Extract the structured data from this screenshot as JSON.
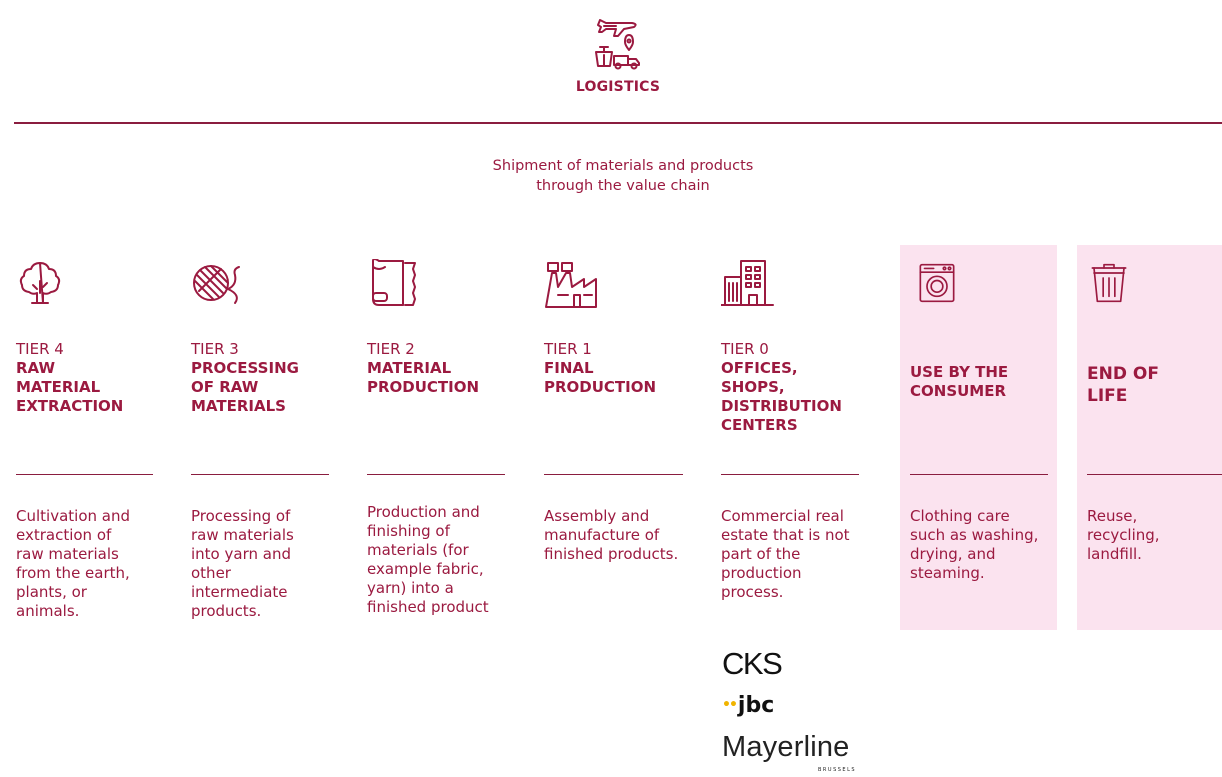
{
  "header": {
    "title": "LOGISTICS",
    "subtitle_line1": "Shipment of materials and products",
    "subtitle_line2": "through the value chain",
    "icon": "logistics-transport-icon"
  },
  "columns": [
    {
      "tier": "TIER 4",
      "name": "RAW MATERIAL EXTRACTION",
      "icon": "tree-icon",
      "highlight": false,
      "description": "Cultivation and extraction of raw materials from the earth, plants, or animals."
    },
    {
      "tier": "TIER 3",
      "name": "PROCESSING OF RAW MATERIALS",
      "icon": "yarn-ball-icon",
      "highlight": false,
      "description": "Processing of raw materials into yarn and other intermediate products."
    },
    {
      "tier": "TIER 2",
      "name": "MATERIAL PRODUCTION",
      "icon": "fabric-roll-icon",
      "highlight": false,
      "description": "Production and finishing of materials (for example fabric, yarn) into a finished product"
    },
    {
      "tier": "TIER 1",
      "name": "FINAL PRODUCTION",
      "icon": "factory-icon",
      "highlight": false,
      "description": "Assembly and manufacture of finished products."
    },
    {
      "tier": "TIER 0",
      "name": "OFFICES, SHOPS, DISTRIBUTION CENTERS",
      "icon": "office-building-icon",
      "highlight": false,
      "description": "Commercial real estate that is not part of the production process."
    },
    {
      "tier": "",
      "name": "USE BY THE CONSUMER",
      "icon": "washing-machine-icon",
      "highlight": true,
      "description": "Clothing care such as washing, drying, and steaming."
    },
    {
      "tier": "",
      "name": "END OF LIFE",
      "icon": "trash-bin-icon",
      "highlight": true,
      "description": "Reuse, recycling, landfill."
    }
  ],
  "logos": {
    "cks": "CKS",
    "jbc_dots": "••",
    "jbc": "jbc",
    "mayerline": "Mayerline",
    "mayerline_sub": "BRUSSELS"
  },
  "colors": {
    "accent": "#9b1a40",
    "highlight_bg": "#fbe3ef",
    "jbc_dots": "#f0b400"
  }
}
